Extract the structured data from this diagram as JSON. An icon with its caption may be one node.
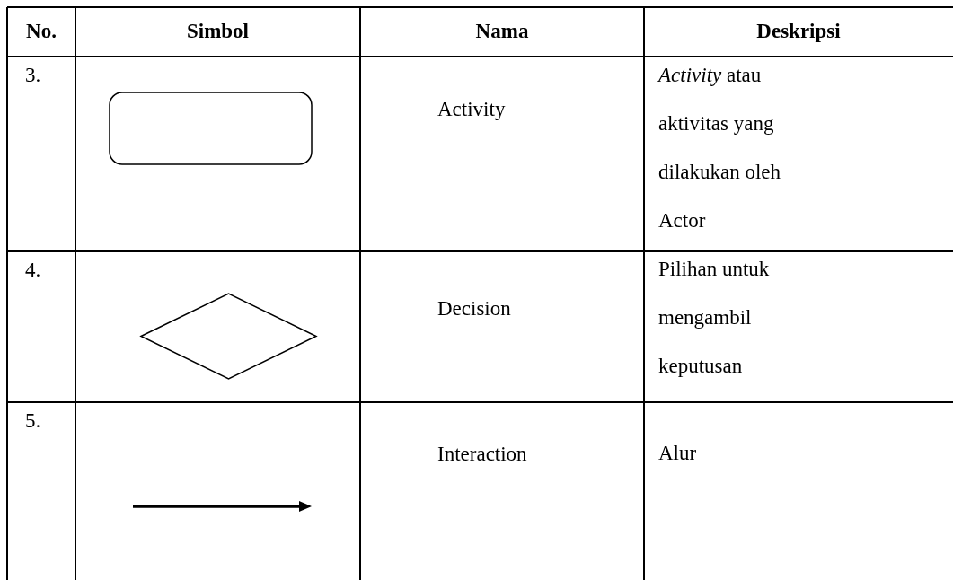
{
  "diagram": {
    "nodes": [
      {
        "text": [],
        "shape": "box"
      },
      {
        "text": [],
        "shape": "diamond"
      }
    ],
    "labels": [
      "No.",
      "Simbol",
      "Nama",
      "Deskripsi",
      "3.",
      "Activity",
      "*Activity* atau aktivitas yang dilakukan oleh Actor",
      "4.",
      "Decision",
      "Pilihan untuk mengambil keputusan",
      "5.",
      "Interaction",
      "Alur"
    ]
  }
}
